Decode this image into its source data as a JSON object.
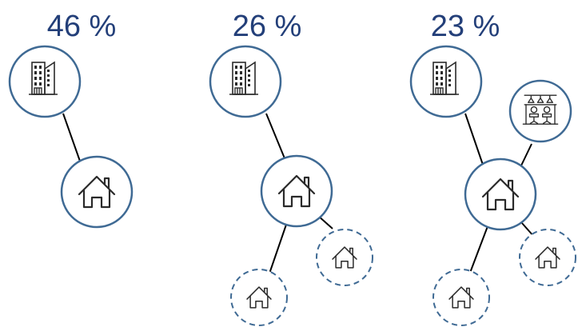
{
  "colors": {
    "node_stroke": "#3f6a94",
    "connector": "#000000",
    "icon": "#2a2a2a",
    "percent_text": "#233f79",
    "background": "#ffffff"
  },
  "panels": [
    {
      "percent": "46 %",
      "nodes": [
        {
          "id": "office",
          "icon": "office-building-icon",
          "style": "solid"
        },
        {
          "id": "home",
          "icon": "house-icon",
          "style": "solid"
        }
      ]
    },
    {
      "percent": "26 %",
      "nodes": [
        {
          "id": "office",
          "icon": "office-building-icon",
          "style": "solid"
        },
        {
          "id": "home",
          "icon": "house-icon",
          "style": "solid"
        },
        {
          "id": "third-place-a",
          "icon": "house-icon",
          "style": "dashed"
        },
        {
          "id": "third-place-b",
          "icon": "house-icon",
          "style": "dashed"
        }
      ]
    },
    {
      "percent": "23 %",
      "nodes": [
        {
          "id": "office",
          "icon": "office-building-icon",
          "style": "solid"
        },
        {
          "id": "coworking",
          "icon": "coworking-space-icon",
          "style": "solid"
        },
        {
          "id": "home",
          "icon": "house-icon",
          "style": "solid"
        },
        {
          "id": "third-place-a",
          "icon": "house-icon",
          "style": "dashed"
        },
        {
          "id": "third-place-b",
          "icon": "house-icon",
          "style": "dashed"
        }
      ]
    }
  ]
}
